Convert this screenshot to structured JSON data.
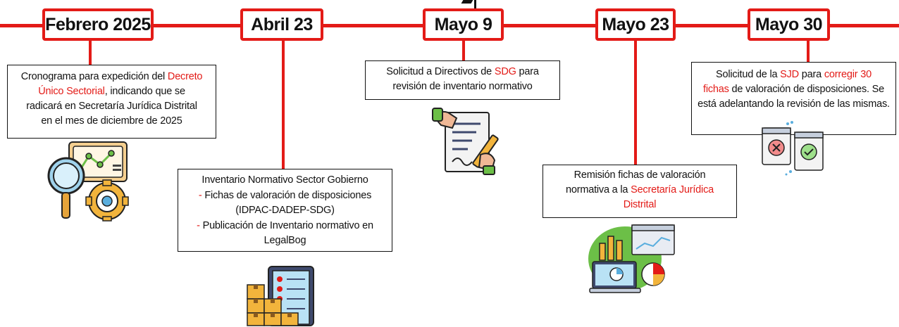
{
  "dates": {
    "d1": "Febrero 2025",
    "d2": "Abril 23",
    "d3": "Mayo 9",
    "d4": "Mayo 23",
    "d5": "Mayo 30"
  },
  "notes": {
    "n1": {
      "a": "Cronograma para expedición del ",
      "b": "Decreto",
      "c": "Único Sectorial",
      "d": ", indicando que se",
      "e": "radicará en Secretaría Jurídica Distrital",
      "f": "en el mes de diciembre de 2025"
    },
    "n2": {
      "l1": "Inventario Normativo Sector Gobierno",
      "l2a": "- ",
      "l2b": " Fichas de valoración de disposiciones",
      "l3": "(IDPAC-DADEP-SDG)",
      "l4a": "- ",
      "l4b": "Publicación de Inventario normativo en",
      "l5": "LegalBog"
    },
    "n3": {
      "a": "Solicitud a Directivos de ",
      "b": "SDG",
      "c": " para",
      "d": "revisión de inventario normativo"
    },
    "n4": {
      "l1": "Remisión fichas de valoración",
      "l2a": "normativa a la ",
      "l2b": "Secretaría Jurídica",
      "l3": "Distrital"
    },
    "n5": {
      "a": "Solicitud de la ",
      "b": "SJD",
      "c": " para ",
      "d": "corregir 30",
      "e": "fichas",
      "f": " de valoración de disposiciones. Se",
      "g": "está adelantando la revisión de las mismas."
    }
  },
  "icons": [
    "analytics-gear-icon",
    "checklist-boxes-icon",
    "signing-contract-icon",
    "charts-dashboard-icon",
    "approve-reject-icon"
  ],
  "colors": {
    "accent": "#e31b17"
  }
}
